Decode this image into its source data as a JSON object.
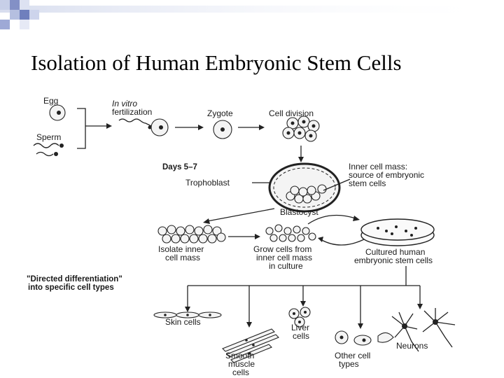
{
  "slide": {
    "title": "Isolation of Human Embryonic Stem Cells"
  },
  "diagram": {
    "egg": "Egg",
    "sperm": "Sperm",
    "ivf_line1": "In vitro",
    "ivf_line2": "fertilization",
    "zygote": "Zygote",
    "cell_division": "Cell division",
    "days": "Days 5–7",
    "trophoblast": "Trophoblast",
    "icm_line1": "Inner cell mass:",
    "icm_line2": "source of embryonic",
    "icm_line3": "stem cells",
    "blastocyst": "Blastocyst",
    "isolate_line1": "Isolate inner",
    "isolate_line2": "cell mass",
    "grow_line1": "Grow cells from",
    "grow_line2": "inner cell mass",
    "grow_line3": "in culture",
    "cultured_line1": "Cultured human",
    "cultured_line2": "embryonic stem cells",
    "directed_line1": "\"Directed differentiation\"",
    "directed_line2": "into specific cell types",
    "skin": "Skin cells",
    "liver_line1": "Liver",
    "liver_line2": "cells",
    "neurons": "Neurons",
    "smooth_line1": "Smooth",
    "smooth_line2": "muscle",
    "smooth_line3": "cells",
    "other_line1": "Other cell",
    "other_line2": "types"
  }
}
